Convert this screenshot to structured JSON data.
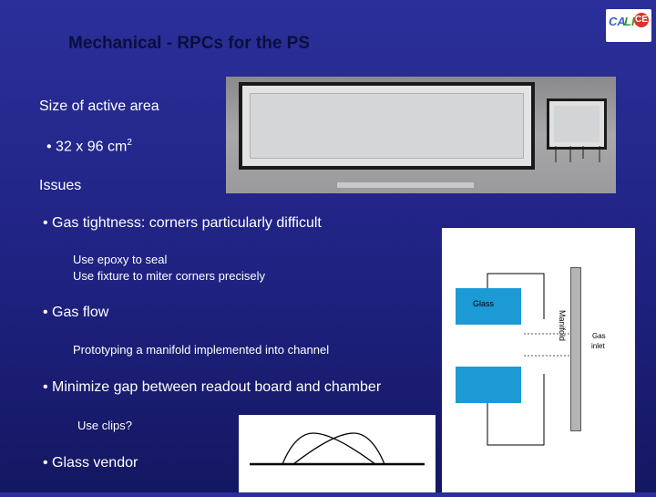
{
  "slide": {
    "title": "Mechanical - RPCs for the PS",
    "logo_text": "CALICE",
    "logo_parts": {
      "ca": "CA",
      "li": "LI",
      "ce": "CE"
    },
    "active_area": {
      "heading": "Size of active area",
      "bullet": "32 x 96 cm",
      "superscript": "2"
    },
    "issues": {
      "heading": "Issues",
      "items": [
        {
          "text": "Gas tightness: corners particularly difficult"
        },
        {
          "text": "Gas flow"
        },
        {
          "text": "Minimize gap between readout board and chamber"
        },
        {
          "text": "Glass vendor"
        }
      ],
      "subitems": {
        "epoxy": "Use epoxy to seal",
        "fixture": "Use fixture to miter corners precisely",
        "prototype": "Prototyping a manifold implemented into channel",
        "clips": "Use clips?"
      }
    },
    "diagram": {
      "glass_label": "Glass",
      "manifold_label": "Manifold",
      "gas_inlet_line1": "Gas",
      "gas_inlet_line2": "inlet"
    },
    "colors": {
      "background": "#1f2281",
      "title": "#0b0f3d",
      "glass": "#1c9ad6",
      "manifold": "#b4b4b4"
    }
  }
}
